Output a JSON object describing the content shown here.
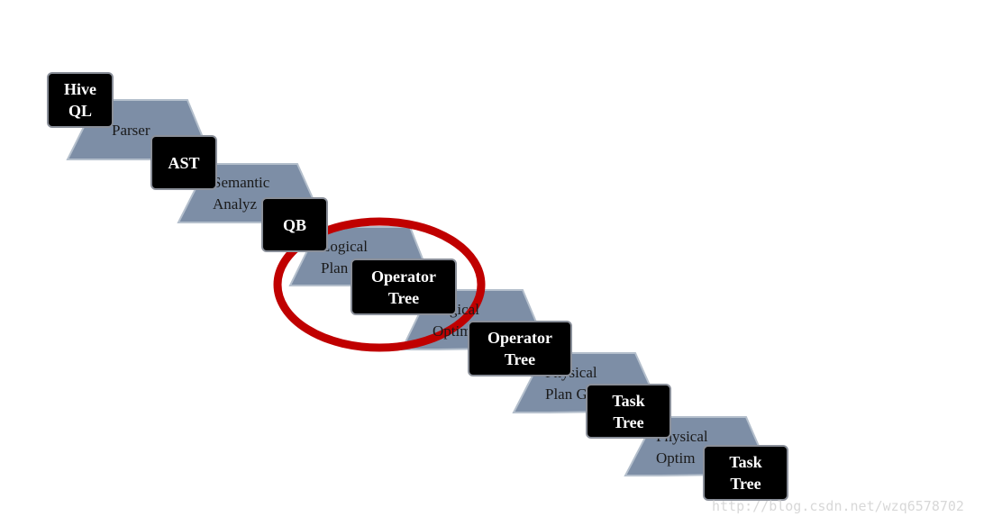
{
  "diagram": {
    "stages": [
      {
        "id": "parser",
        "label": "Parser"
      },
      {
        "id": "semantic-analyzer",
        "label": "Semantic\nAnalyz"
      },
      {
        "id": "logical-plan",
        "label": "Logical\nPlan"
      },
      {
        "id": "logical-optimizer",
        "label": "Logical\nOptim"
      },
      {
        "id": "physical-plan",
        "label": "Physical\nPlan G"
      },
      {
        "id": "physical-optimizer",
        "label": "Physical\nOptim"
      }
    ],
    "nodes": [
      {
        "id": "hive-ql",
        "label": "Hive\nQL"
      },
      {
        "id": "ast",
        "label": "AST"
      },
      {
        "id": "qb",
        "label": "QB"
      },
      {
        "id": "operator-tree-1",
        "label": "Operator\nTree"
      },
      {
        "id": "operator-tree-2",
        "label": "Operator\nTree"
      },
      {
        "id": "task-tree-1",
        "label": "Task\nTree"
      },
      {
        "id": "task-tree-2",
        "label": "Task\nTree"
      }
    ],
    "highlight_target": "operator-tree-1"
  },
  "colors": {
    "stage_fill": "#7d8ea6",
    "stage_stroke": "#b4bfcc",
    "node_fill": "#000000",
    "node_text": "#ffffff",
    "highlight": "#c00000"
  },
  "watermark": "http://blog.csdn.net/wzq6578702"
}
